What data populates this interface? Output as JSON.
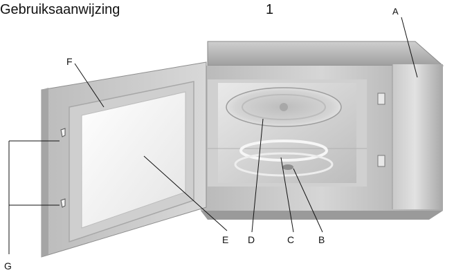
{
  "header": {
    "title": "Gebruiksaanwijzing",
    "page_number": "1"
  },
  "callouts": {
    "A": "A",
    "B": "B",
    "C": "C",
    "D": "D",
    "E": "E",
    "F": "F",
    "G": "G"
  }
}
